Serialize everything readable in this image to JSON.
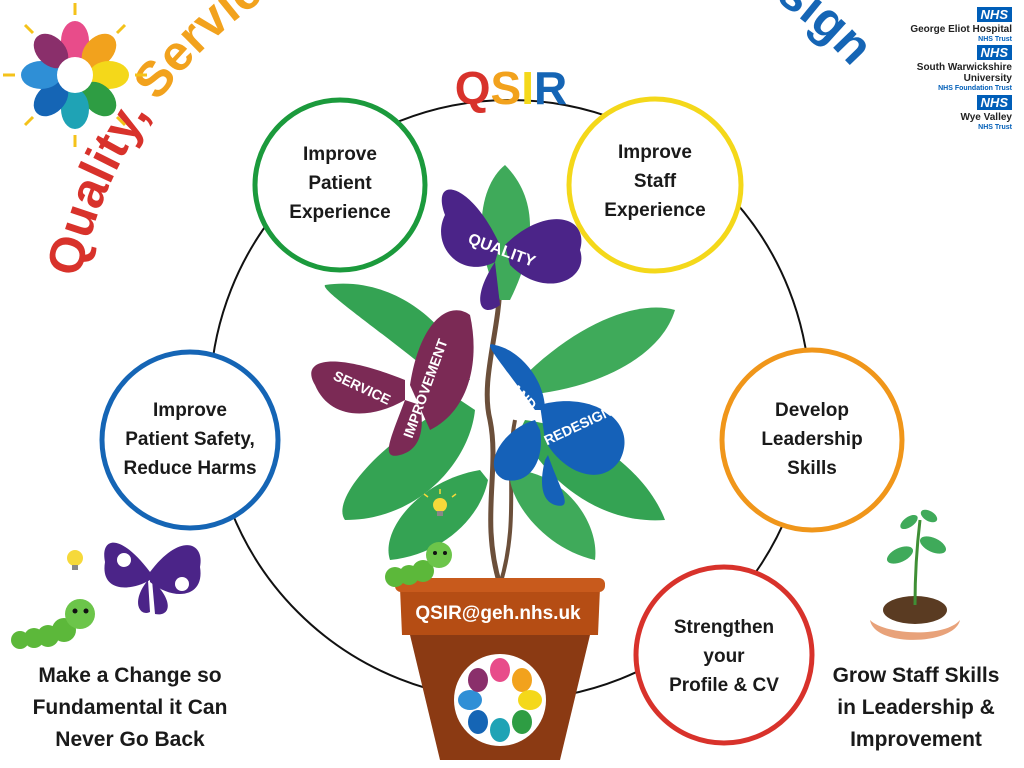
{
  "title": {
    "words": [
      "Quality,",
      "Service Improvement",
      "&",
      "Redesign"
    ],
    "acronym": [
      "Q",
      "S",
      "I",
      "R"
    ],
    "colors": {
      "red": "#d8322b",
      "orange": "#f2a21d",
      "yellow": "#f4d81a",
      "green": "#2e9d43",
      "blue": "#1565b5"
    }
  },
  "circles": [
    {
      "lines": [
        "Improve",
        "Patient",
        "Experience"
      ],
      "color": "#1b9a3c"
    },
    {
      "lines": [
        "Improve",
        "Staff",
        "Experience"
      ],
      "color": "#f4d81a"
    },
    {
      "lines": [
        "Improve",
        "Patient Safety,",
        "Reduce Harms"
      ],
      "color": "#1565b5"
    },
    {
      "lines": [
        "Develop",
        "Leadership",
        "Skills"
      ],
      "color": "#f0961a"
    },
    {
      "lines": [
        "Strengthen",
        "your",
        "Profile & CV"
      ],
      "color": "#d8322b"
    }
  ],
  "butterflies": {
    "quality": "QUALITY",
    "service": "SERVICE",
    "improvement": "IMPROVEMENT",
    "redesign_top": "AND",
    "redesign_bottom": "REDESIGN"
  },
  "pot": {
    "email": "QSIR@geh.nhs.uk"
  },
  "bottom_left": [
    "Make a Change so",
    "Fundamental it Can",
    "Never Go Back"
  ],
  "bottom_right": [
    "Grow Staff Skills",
    "in Leadership &",
    "Improvement"
  ],
  "nhs_logos": [
    {
      "badge": "NHS",
      "name": [
        "George Eliot Hospital"
      ],
      "trust": "NHS Trust"
    },
    {
      "badge": "NHS",
      "name": [
        "South Warwickshire",
        "University"
      ],
      "trust": "NHS Foundation Trust"
    },
    {
      "badge": "NHS",
      "name": [
        "Wye Valley"
      ],
      "trust": "NHS Trust"
    }
  ],
  "icons": [
    "qsir-sun-logo-icon",
    "caterpillar-icon",
    "lightbulb-icon",
    "butterfly-icon",
    "seedling-in-hand-icon"
  ]
}
